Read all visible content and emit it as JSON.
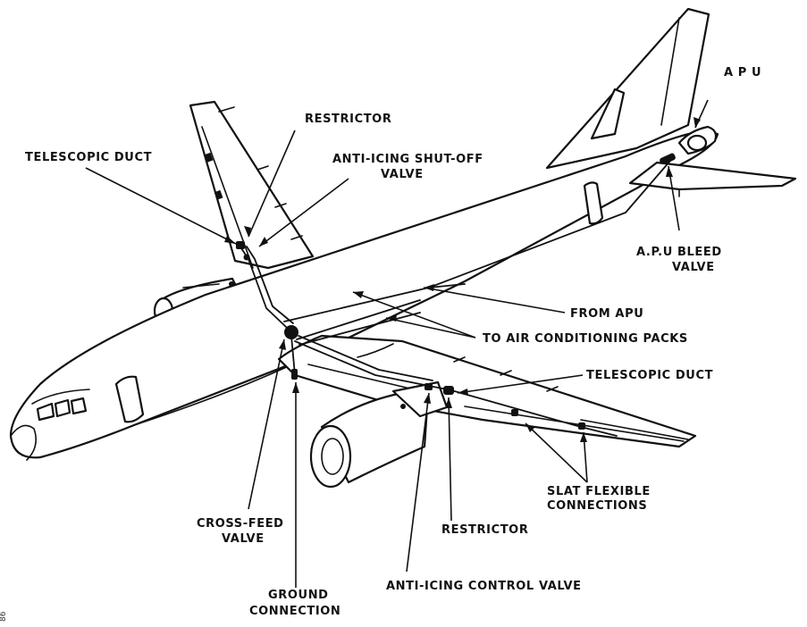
{
  "labels": {
    "telescopic_duct_top": "TELESCOPIC DUCT",
    "restrictor_top": "RESTRICTOR",
    "anti_icing_shutoff_1": "ANTI-ICING SHUT-OFF",
    "anti_icing_shutoff_2": "VALVE",
    "apu": "A P U",
    "apu_bleed_1": "A.P.U BLEED",
    "apu_bleed_2": "VALVE",
    "from_apu": "FROM APU",
    "to_air_conditioning_packs": "TO AIR CONDITIONING PACKS",
    "telescopic_duct_bottom": "TELESCOPIC DUCT",
    "slat_flexible_1": "SLAT FLEXIBLE",
    "slat_flexible_2": "CONNECTIONS",
    "cross_feed_1": "CROSS-FEED",
    "cross_feed_2": "VALVE",
    "restrictor_bottom": "RESTRICTOR",
    "ground_1": "GROUND",
    "ground_2": "CONNECTION",
    "anti_icing_control": "ANTI-ICING CONTROL VALVE",
    "margin_mark": "86"
  }
}
